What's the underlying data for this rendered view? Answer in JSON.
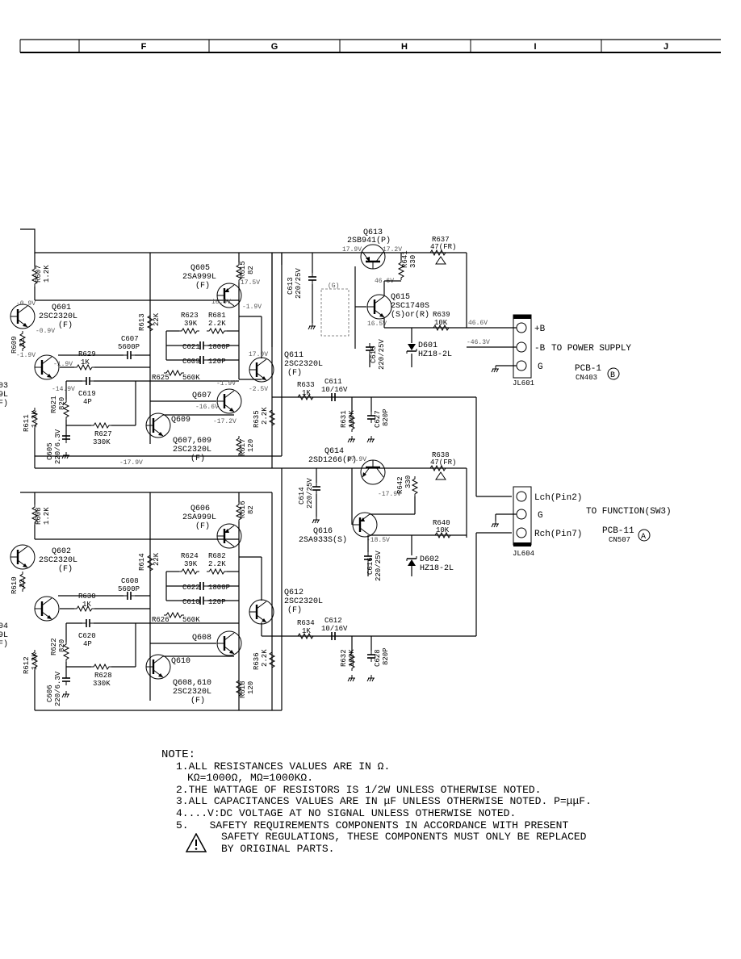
{
  "header": {
    "columns": [
      "F",
      "G",
      "H",
      "I",
      "J"
    ]
  },
  "transistors": {
    "q613": {
      "ref": "Q613",
      "part": "2SB941(P)"
    },
    "q615": {
      "ref": "Q615",
      "part": "2SC1740S",
      "variant": "(S)or(R)"
    },
    "q605": {
      "ref": "Q605",
      "part": "2SA999L",
      "grade": "(F)"
    },
    "q601": {
      "ref": "Q601",
      "part": "2SC2320L",
      "grade": "(F)"
    },
    "q611": {
      "ref": "Q611",
      "part": "2SC2320L",
      "grade": "(F)"
    },
    "q607": {
      "ref": "Q607"
    },
    "q609": {
      "ref": "Q609"
    },
    "q607_609": {
      "ref": "Q607,609",
      "part": "2SC2320L",
      "grade": "(F)"
    },
    "q614": {
      "ref": "Q614",
      "part": "2SD1266(P)"
    },
    "q616": {
      "ref": "Q616",
      "part": "2SA933S(S)"
    },
    "q606": {
      "ref": "Q606",
      "part": "2SA999L",
      "grade": "(F)"
    },
    "q602": {
      "ref": "Q602",
      "part": "2SC2320L",
      "grade": "(F)"
    },
    "q612": {
      "ref": "Q612",
      "part": "2SC2320L",
      "grade": "(F)"
    },
    "q608": {
      "ref": "Q608"
    },
    "q610": {
      "ref": "Q610"
    },
    "q608_610": {
      "ref": "Q608,610",
      "part": "2SC2320L",
      "grade": "(F)"
    },
    "q603": {
      "ref": "03",
      "part": "9L",
      "grade": "F)"
    },
    "q604": {
      "ref": "04",
      "part": "9L",
      "grade": "F)"
    }
  },
  "resistors": {
    "r637": {
      "ref": "R637",
      "value": "47(FR)"
    },
    "r641": {
      "ref": "R641",
      "value": "330"
    },
    "r639": {
      "ref": "R639",
      "value": "10K"
    },
    "r607": {
      "ref": "R607",
      "value": "1.2K"
    },
    "r615": {
      "ref": "R615",
      "value": "82"
    },
    "r613": {
      "ref": "R613",
      "value": "22K"
    },
    "r623": {
      "ref": "R623",
      "value": "39K"
    },
    "r681": {
      "ref": "R681",
      "value": "2.2K"
    },
    "r609": {
      "ref": "R609",
      "value": "22"
    },
    "r629": {
      "ref": "R629",
      "value": "1K"
    },
    "r625": {
      "ref": "R625",
      "value": "560K"
    },
    "r621": {
      "ref": "R621",
      "value": "820"
    },
    "r611": {
      "ref": "R611",
      "value": "1.2K"
    },
    "r627": {
      "ref": "R627",
      "value": "330K"
    },
    "r633": {
      "ref": "R633",
      "value": "1K"
    },
    "r631": {
      "ref": "R631",
      "value": "100K"
    },
    "r635": {
      "ref": "R635",
      "value": "2.2K"
    },
    "r617": {
      "ref": "R617",
      "value": "120"
    },
    "r638": {
      "ref": "R638",
      "value": "47(FR)"
    },
    "r642": {
      "ref": "R642",
      "value": "330"
    },
    "r640": {
      "ref": "R640",
      "value": "10K"
    },
    "r608": {
      "ref": "R608",
      "value": "1.2K"
    },
    "r616": {
      "ref": "R616",
      "value": "82"
    },
    "r614": {
      "ref": "R614",
      "value": "22K"
    },
    "r624": {
      "ref": "R624",
      "value": "39K"
    },
    "r682": {
      "ref": "R682",
      "value": "2.2K"
    },
    "r610": {
      "ref": "R610",
      "value": "22"
    },
    "r630": {
      "ref": "R630",
      "value": "1K"
    },
    "r626": {
      "ref": "R626",
      "value": "560K"
    },
    "r622": {
      "ref": "R622",
      "value": "820"
    },
    "r612": {
      "ref": "R612",
      "value": "1.2K"
    },
    "r628": {
      "ref": "R628",
      "value": "330K"
    },
    "r634": {
      "ref": "R634",
      "value": "1K"
    },
    "r632": {
      "ref": "R632",
      "value": "100K"
    },
    "r636": {
      "ref": "R636",
      "value": "2.2K"
    },
    "r618": {
      "ref": "R618",
      "value": "120"
    }
  },
  "capacitors": {
    "c613": {
      "ref": "C613",
      "value": "220/25V"
    },
    "c615": {
      "ref": "C615",
      "value": "220/25V"
    },
    "c607": {
      "ref": "C607",
      "value": "5600P"
    },
    "c621": {
      "ref": "C621",
      "value": "1800P"
    },
    "c609": {
      "ref": "C609",
      "value": "120P"
    },
    "c619": {
      "ref": "C619",
      "value": "4P"
    },
    "c611": {
      "ref": "C611",
      "value": "10/16V"
    },
    "c627": {
      "ref": "C627",
      "value": "820P"
    },
    "c605": {
      "ref": "C605",
      "value": "220/6.3V"
    },
    "c614": {
      "ref": "C614",
      "value": "220/25V"
    },
    "c616": {
      "ref": "C616",
      "value": "220/25V"
    },
    "c608": {
      "ref": "C608",
      "value": "5600P"
    },
    "c622": {
      "ref": "C622",
      "value": "1800P"
    },
    "c610": {
      "ref": "C610",
      "value": "120P"
    },
    "c620": {
      "ref": "C620",
      "value": "4P"
    },
    "c612": {
      "ref": "C612",
      "value": "10/16V"
    },
    "c628": {
      "ref": "C628",
      "value": "820P"
    },
    "c606": {
      "ref": "C606",
      "value": "220/6.3V"
    }
  },
  "diodes": {
    "d601": {
      "ref": "D601",
      "part": "HZ18-2L"
    },
    "d602": {
      "ref": "D602",
      "part": "HZ18-2L"
    }
  },
  "voltages": {
    "q613_e": "17.9V",
    "q613_c": "17.2V",
    "q615_c": "46.6V",
    "q615_e": "16.5V",
    "q605_e": "16.9V",
    "q605_b": "17.5V",
    "q605_c": "-1.9V",
    "q611_c": "17.9V",
    "q611_e": "-2.5V",
    "q607_c": "-1.9V",
    "q607_e": "-16.6V",
    "q609_e": "-17.2V",
    "q601_v": "-0.9V",
    "left1": "-0.9V",
    "left2": "-1.9V",
    "q603_b": "-1.9V",
    "q603_e": "-14.9V",
    "bottom1": "-17.9V",
    "supply_plus": "46.6V",
    "supply_minus": "-46.3V",
    "q614_c": "17.9V",
    "q614_e": "-17.9V",
    "q616_e": "-18.5V"
  },
  "connectors": {
    "jl601": {
      "ref": "JL601",
      "pins": [
        "+B",
        "-B",
        "G"
      ],
      "to": "TO POWER SUPPLY",
      "pcb": "PCB-1",
      "cn": "CN403",
      "mark": "B"
    },
    "jl604": {
      "ref": "JL604",
      "pins": [
        "Lch(Pin2)",
        "G",
        "Rch(Pin7)"
      ],
      "to": "TO FUNCTION(SW3)",
      "pcb": "PCB-11",
      "cn": "CN507",
      "mark": "A"
    }
  },
  "dashed_box": {
    "label": "(G)"
  },
  "notes": {
    "title": "NOTE:",
    "items": [
      {
        "num": "1.",
        "text": "ALL RESISTANCES VALUES ARE IN Ω.",
        "cont": "KΩ=1000Ω, MΩ=1000KΩ."
      },
      {
        "num": "2.",
        "text": "THE WATTAGE OF RESISTORS IS 1/2W UNLESS OTHERWISE NOTED."
      },
      {
        "num": "3.",
        "text": "ALL CAPACITANCES VALUES ARE IN μF UNLESS OTHERWISE NOTED. P=μμF."
      },
      {
        "num": "4.",
        "text": "...V:DC VOLTAGE AT NO SIGNAL UNLESS OTHERWISE NOTED."
      },
      {
        "num": "5.",
        "text": "SAFETY REQUIREMENTS COMPONENTS IN ACCORDANCE WITH PRESENT",
        "cont": "SAFETY REGULATIONS, THESE COMPONENTS MUST ONLY BE REPLACED",
        "cont2": "BY ORIGINAL PARTS."
      }
    ]
  }
}
